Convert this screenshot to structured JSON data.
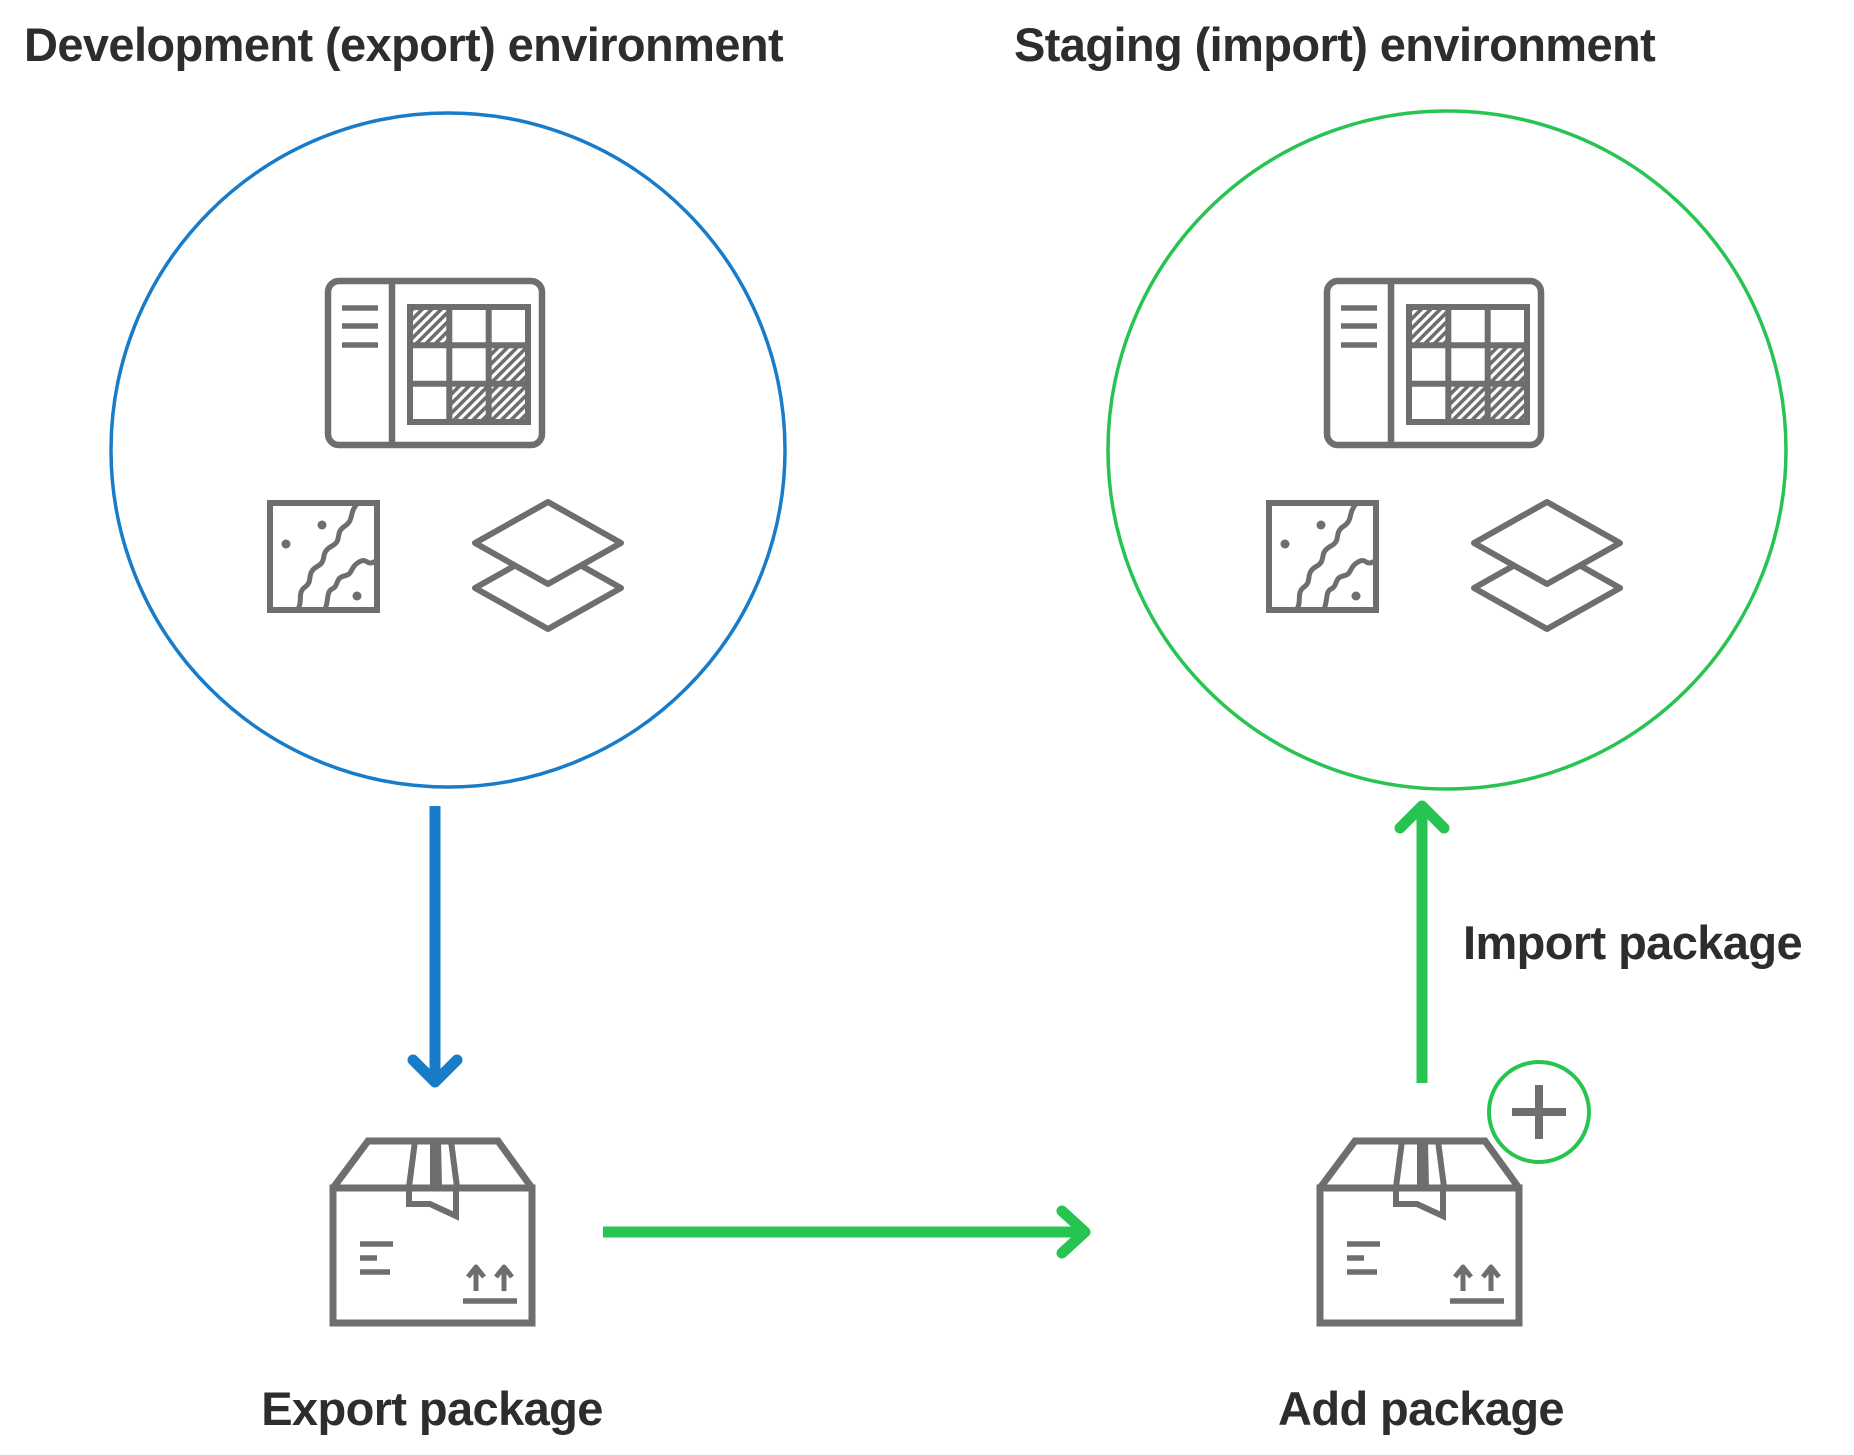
{
  "colors": {
    "export_accent": "#187cc9",
    "import_accent": "#27c452",
    "icon_stroke": "#6e6e6e",
    "text": "#2b2d2e",
    "background": "#ffffff"
  },
  "environments": {
    "development": {
      "title": "Development (export) environment",
      "accent_color_name": "blue",
      "content_icons": [
        "dashboard-icon",
        "map-icon",
        "layers-icon"
      ]
    },
    "staging": {
      "title": "Staging (import) environment",
      "accent_color_name": "green",
      "content_icons": [
        "dashboard-icon",
        "map-icon",
        "layers-icon"
      ]
    }
  },
  "steps": {
    "export": {
      "label": "Export package",
      "icon": "package-icon",
      "arrow": "down-arrow-icon"
    },
    "transfer": {
      "arrow": "right-arrow-icon"
    },
    "add": {
      "label": "Add package",
      "icon": "package-icon",
      "badge": "plus-icon"
    },
    "import": {
      "label": "Import package",
      "arrow": "up-arrow-icon"
    }
  }
}
